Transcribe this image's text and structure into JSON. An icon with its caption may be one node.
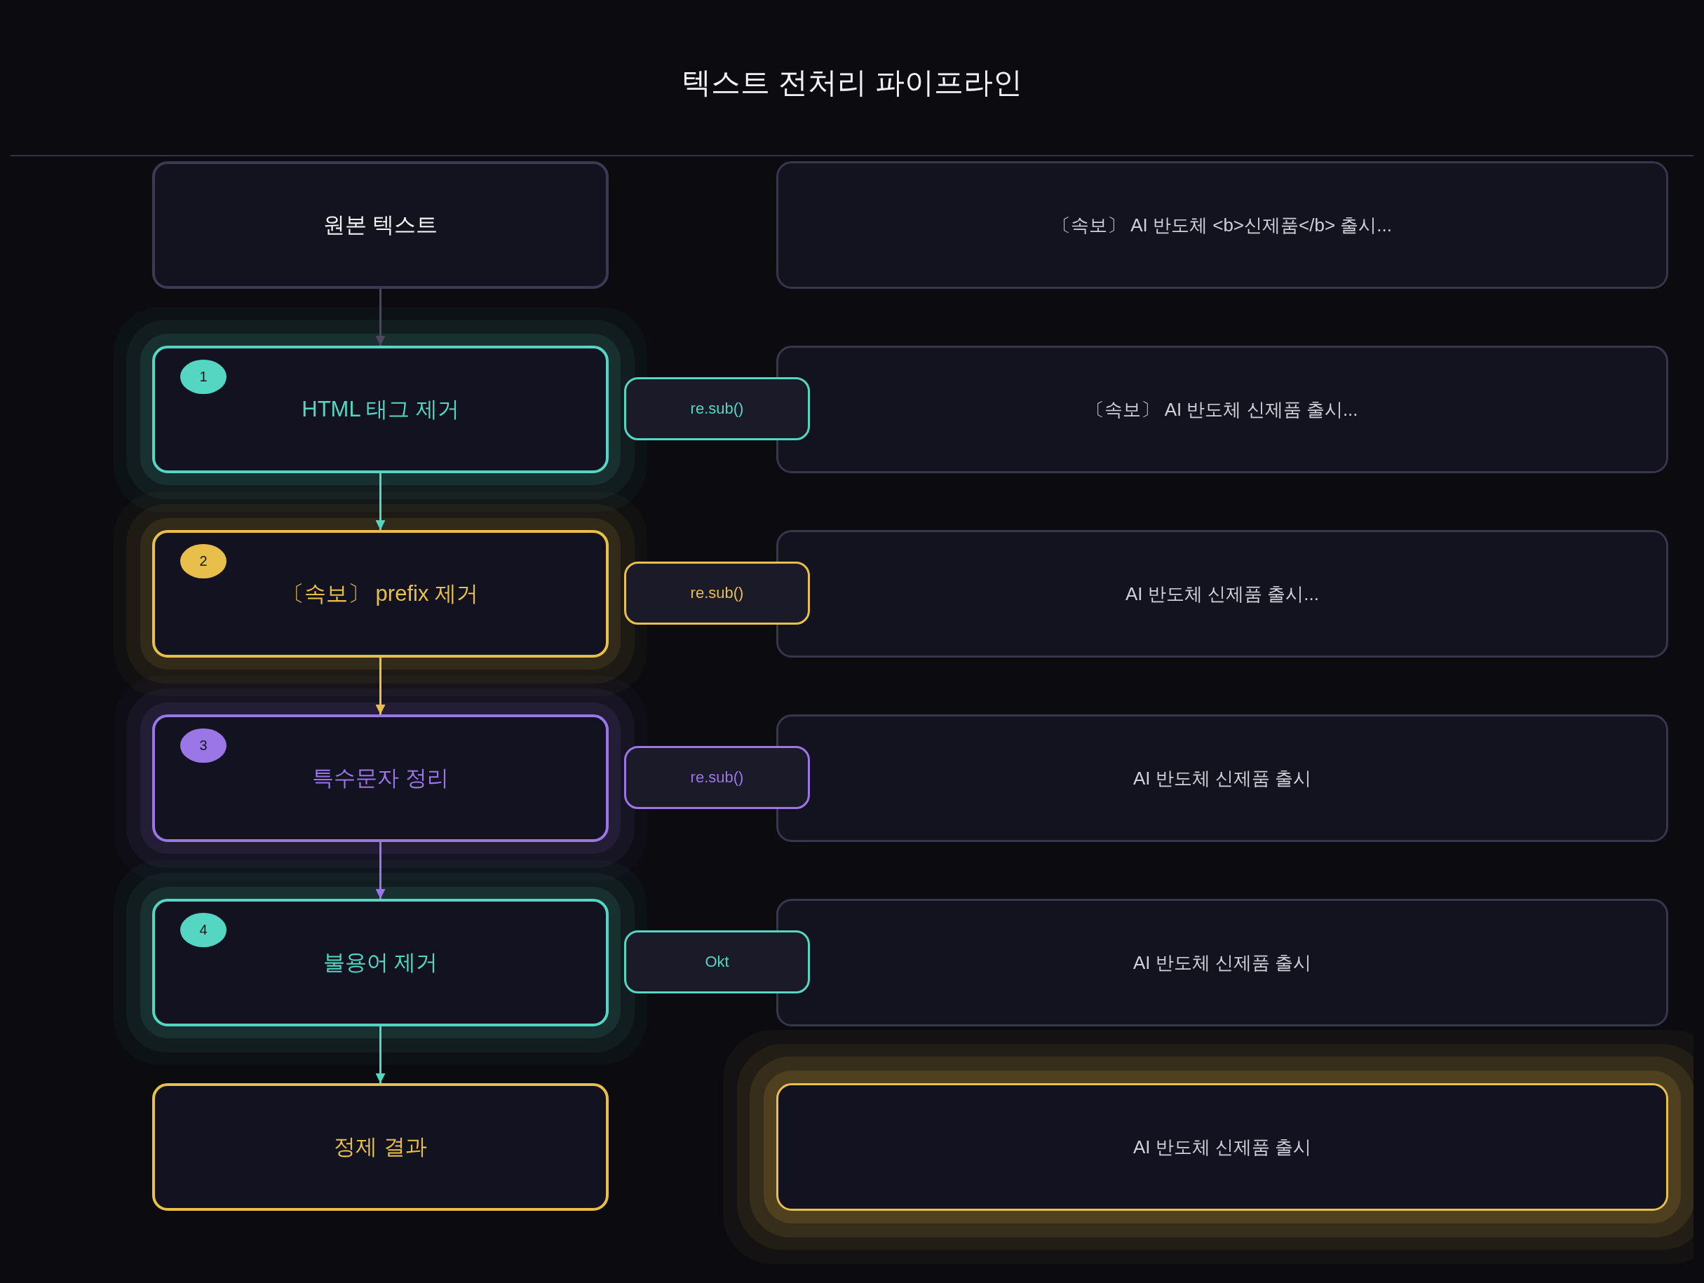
{
  "diagram": {
    "title": "텍스트 전처리 파이프라인",
    "nodes": [
      {
        "text": [
          "원본 텍스트"
        ]
      },
      {
        "text": [
          "〔속보〕 AI 반도체 <b>신제품</b> 출시..."
        ]
      },
      {
        "text": [
          "HTML 태그 제거"
        ]
      },
      {
        "text": [
          "1"
        ],
        "in": 2
      },
      {
        "text": [
          "re.sub()"
        ]
      },
      {
        "text": [
          "〔속보〕 AI 반도체 신제품 출시..."
        ]
      },
      {
        "text": [
          "〔속보〕 prefix 제거"
        ]
      },
      {
        "text": [
          "2"
        ],
        "in": 6
      },
      {
        "text": [
          "re.sub()"
        ]
      },
      {
        "text": [
          "AI 반도체 신제품 출시..."
        ]
      },
      {
        "text": [
          "특수문자 정리"
        ]
      },
      {
        "text": [
          "3"
        ],
        "in": 10
      },
      {
        "text": [
          "re.sub()"
        ]
      },
      {
        "text": [
          "AI 반도체 신제품 출시"
        ]
      },
      {
        "text": [
          "불용어 제거"
        ]
      },
      {
        "text": [
          "4"
        ],
        "in": 14
      },
      {
        "text": [
          "Okt"
        ]
      },
      {
        "text": [
          "AI 반도체 신제품 출시"
        ]
      },
      {
        "text": [
          "정제 결과"
        ]
      },
      {
        "text": [
          "AI 반도체 신제품 출시"
        ]
      }
    ],
    "edges": [
      {
        "from": 0,
        "to": 2,
        "arrow": "to",
        "color": "#4a4760"
      },
      {
        "from": 2,
        "to": 6,
        "arrow": "to",
        "color": "#55d6c2"
      },
      {
        "from": 6,
        "to": 10,
        "arrow": "to",
        "color": "#e8bf4a"
      },
      {
        "from": 10,
        "to": 14,
        "arrow": "to",
        "color": "#9a76e6"
      },
      {
        "from": 14,
        "to": 18,
        "arrow": "to",
        "color": "#55d6c2"
      }
    ]
  }
}
